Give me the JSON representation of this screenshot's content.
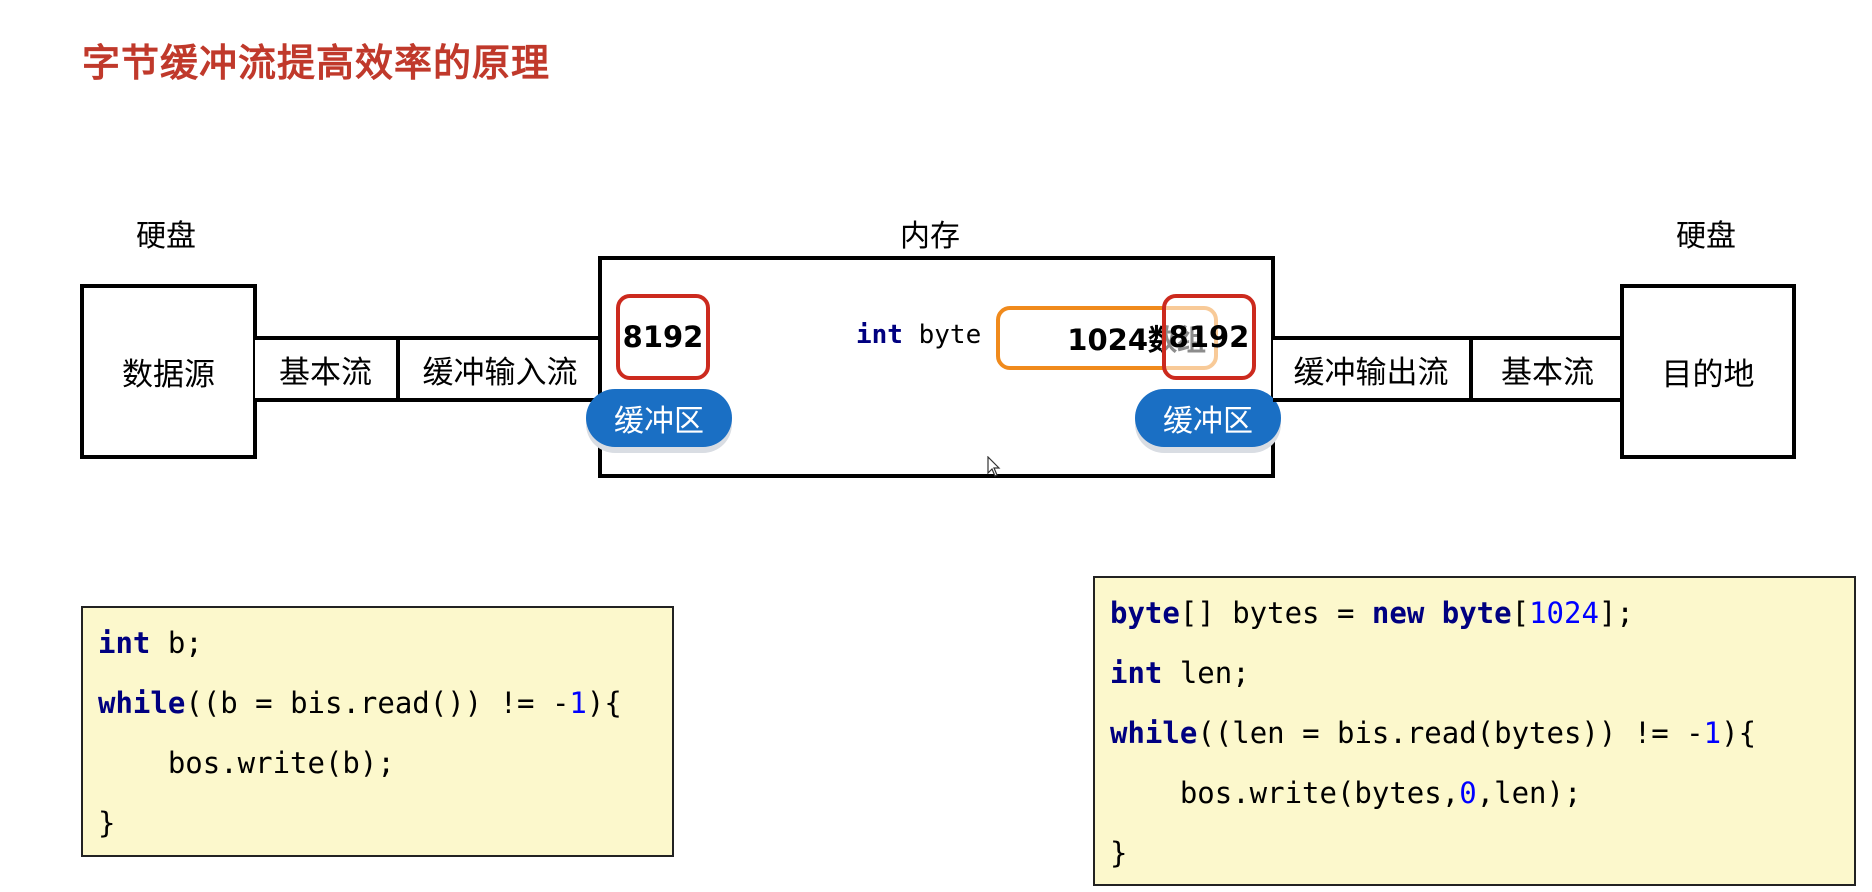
{
  "title": "字节缓冲流提高效率的原理",
  "labels": {
    "disk_left": "硬盘",
    "memory": "内存",
    "disk_right": "硬盘"
  },
  "source_box": "数据源",
  "input_pipe": {
    "basic": "基本流",
    "buffered": "缓冲输入流"
  },
  "output_pipe": {
    "buffered": "缓冲输出流",
    "basic": "基本流"
  },
  "dest_box": "目的地",
  "memory_box": {
    "left_buffer_size": "8192",
    "right_buffer_size": "8192",
    "array_label": "1024数组",
    "int_keyword": "int",
    "byte_text": "byte",
    "buffer_badge": "缓冲区"
  },
  "code_left": {
    "line1_kw": "int",
    "line1_rest": " b;",
    "line2_kw": "while",
    "line2_rest": "((b = bis.read()) != -",
    "line2_num": "1",
    "line2_end": "){",
    "line3": "    bos.write(b);",
    "line4": "}"
  },
  "code_right": {
    "line1_kw1": "byte",
    "line1_mid": "[] bytes = ",
    "line1_kw2": "new",
    "line1_sp": " ",
    "line1_kw3": "byte",
    "line1_open": "[",
    "line1_num": "1024",
    "line1_end": "];",
    "line2_kw": "int",
    "line2_rest": " len;",
    "line3_kw": "while",
    "line3_rest": "((len = bis.read(bytes)) != -",
    "line3_num": "1",
    "line3_end": "){",
    "line4_start": "    bos.write(bytes,",
    "line4_num": "0",
    "line4_end": ",len);",
    "line5": "}"
  },
  "colors": {
    "title": "#c0392b",
    "buffer_outline": "#cc2a1e",
    "array_outline": "#f08a1c",
    "badge": "#1a6fc4",
    "code_bg": "#fcf8cc",
    "keyword": "#000080",
    "number": "#0000ff"
  }
}
